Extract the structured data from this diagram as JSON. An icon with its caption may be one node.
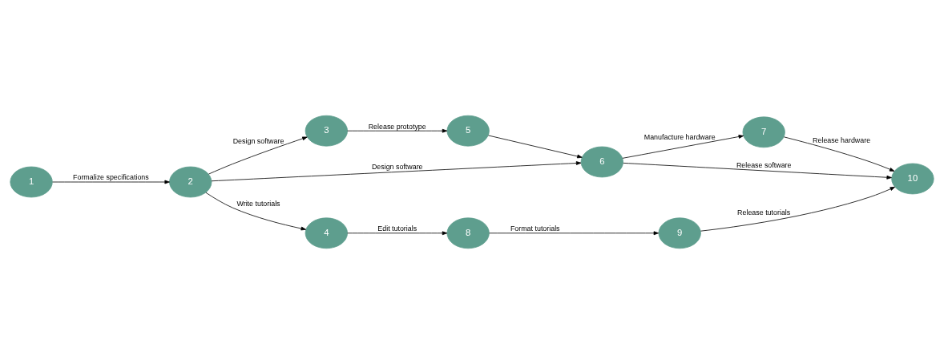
{
  "diagram": {
    "nodes": [
      {
        "text": [
          "1"
        ]
      },
      {
        "text": [
          "2"
        ]
      },
      {
        "text": [
          "3"
        ]
      },
      {
        "text": [
          "5"
        ]
      },
      {
        "text": [
          "6"
        ]
      },
      {
        "text": [
          "7"
        ]
      },
      {
        "text": [
          "10"
        ]
      },
      {
        "text": [
          "4"
        ]
      },
      {
        "text": [
          "8"
        ]
      },
      {
        "text": [
          "9"
        ]
      }
    ],
    "edges": [
      {
        "from": 0,
        "to": 1,
        "arrow": "to",
        "label": "Formalize specifications"
      },
      {
        "from": 1,
        "to": 2,
        "arrow": "to",
        "label": "Design software"
      },
      {
        "from": 2,
        "to": 3,
        "arrow": "to",
        "label": "Release prototype"
      },
      {
        "from": 3,
        "to": 4,
        "arrow": "to"
      },
      {
        "from": 1,
        "to": 4,
        "arrow": "to",
        "label": "Design software"
      },
      {
        "from": 4,
        "to": 5,
        "arrow": "to",
        "label": "Manufacture hardware"
      },
      {
        "from": 5,
        "to": 6,
        "arrow": "to",
        "label": "Release hardware"
      },
      {
        "from": 4,
        "to": 6,
        "arrow": "to",
        "label": "Release software"
      },
      {
        "from": 1,
        "to": 7,
        "arrow": "to",
        "label": "Write tutorials"
      },
      {
        "from": 7,
        "to": 8,
        "arrow": "to",
        "label": "Edit tutorials"
      },
      {
        "from": 8,
        "to": 9,
        "arrow": "to",
        "label": "Format tutorials"
      },
      {
        "from": 9,
        "to": 6,
        "arrow": "to",
        "label": "Release tutorials"
      }
    ]
  }
}
